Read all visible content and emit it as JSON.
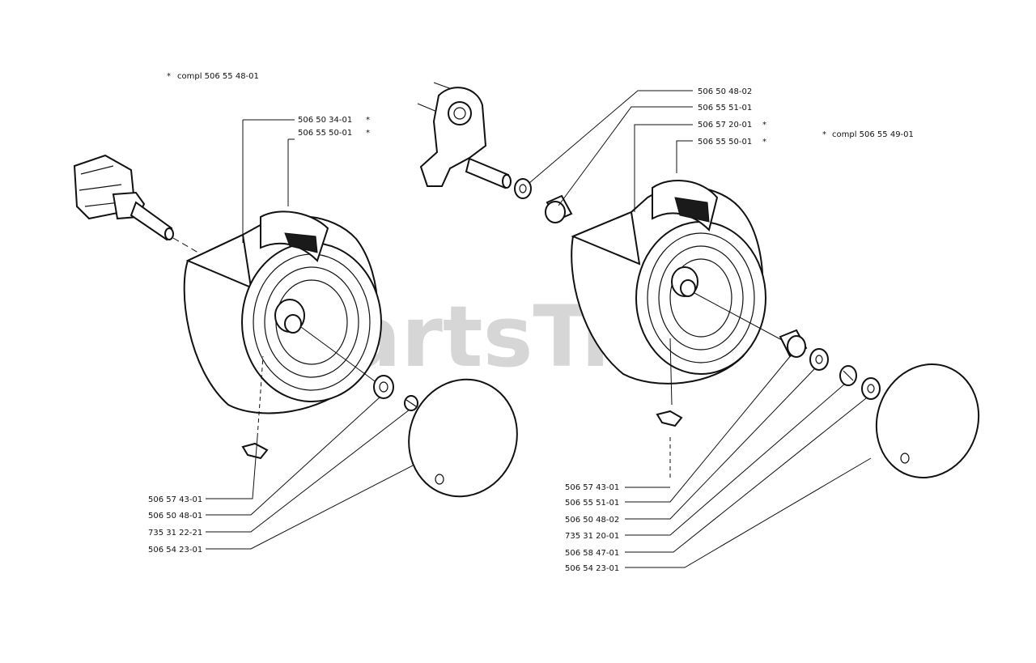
{
  "watermark": "PartsTree",
  "left_assembly": {
    "kit": "compl 506 55 48-01",
    "kit_marker": "*",
    "top_parts": [
      {
        "number": "506 50 34-01",
        "marker": "*"
      },
      {
        "number": "506 55 50-01",
        "marker": "*"
      }
    ],
    "bottom_parts": [
      {
        "number": "506 57 43-01"
      },
      {
        "number": "506 50 48-01"
      },
      {
        "number": "735 31 22-21"
      },
      {
        "number": "506 54 23-01"
      }
    ]
  },
  "right_assembly": {
    "kit": "compl 506 55 49-01",
    "kit_marker": "*",
    "top_parts": [
      {
        "number": "506 50 48-02",
        "marker": ""
      },
      {
        "number": "506 55 51-01",
        "marker": ""
      },
      {
        "number": "506 57 20-01",
        "marker": "*"
      },
      {
        "number": "506 55 50-01",
        "marker": "*"
      }
    ],
    "bottom_parts": [
      {
        "number": "506 57 43-01"
      },
      {
        "number": "506 55 51-01"
      },
      {
        "number": "506 50 48-02"
      },
      {
        "number": "735 31 20-01"
      },
      {
        "number": "506 58 47-01"
      },
      {
        "number": "506 54 23-01"
      }
    ]
  }
}
